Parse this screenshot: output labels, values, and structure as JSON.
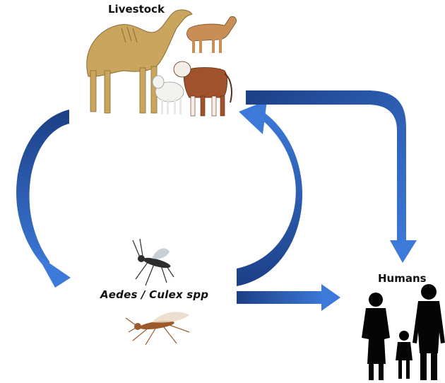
{
  "labels": {
    "livestock": "Livestock",
    "vector": "Aedes / Culex spp",
    "humans": "Humans"
  },
  "colors": {
    "arrow_dark": "#1c3f86",
    "arrow_light": "#3c79d8",
    "camel": "#c9a55e",
    "goat": "#c98e55",
    "calf_brown": "#a0522d",
    "lamb": "#f2f2ee",
    "mosquito_dark": "#2d2d2d",
    "mosquito_brown": "#9c5a2c",
    "silhouette": "#050505"
  },
  "icons": {
    "livestock_group": "camel-goat-calf-lamb-illustration",
    "mosquitoes": "aedes-and-culex-mosquito-illustration",
    "humans_group": "family-silhouette"
  }
}
